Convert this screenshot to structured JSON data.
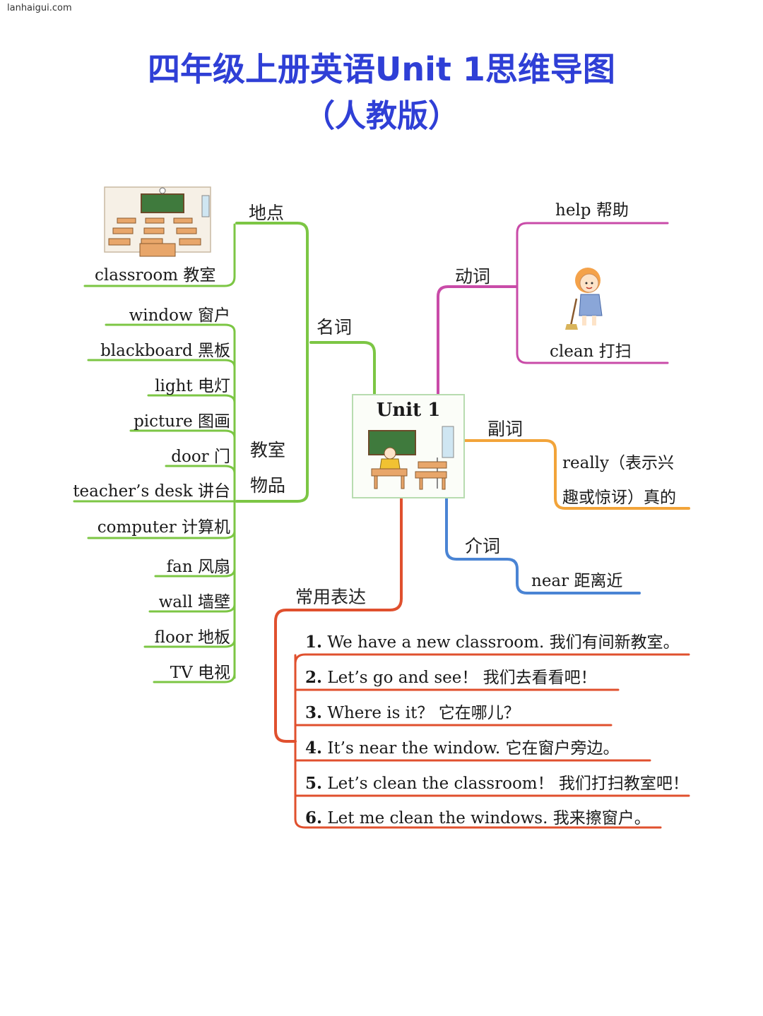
{
  "watermark": "lanhaigui.com",
  "title": {
    "line1": "四年级上册英语Unit 1思维导图",
    "line2": "（人教版）"
  },
  "center": {
    "label": "Unit 1"
  },
  "branches": {
    "nouns": "名词",
    "place": "地点",
    "classroom_items_line1": "教室",
    "classroom_items_line2": "物品",
    "verbs": "动词",
    "adverb": "副词",
    "preposition": "介词",
    "expressions": "常用表达"
  },
  "place_items": [
    "classroom 教室"
  ],
  "classroom_items": [
    "window 窗户",
    "blackboard 黑板",
    "light 电灯",
    "picture 图画",
    "door 门",
    "teacher’s desk 讲台",
    "computer 计算机",
    "fan 风扇",
    "wall 墙壁",
    "floor 地板",
    "TV 电视"
  ],
  "verb_items": [
    "help 帮助",
    "clean 打扫"
  ],
  "adverb_items": {
    "line1": "really（表示兴",
    "line2": "趣或惊讶）真的"
  },
  "preposition_items": [
    "near 距离近"
  ],
  "expressions": [
    {
      "num": "1.",
      "text": " We have a new classroom. 我们有间新教室。"
    },
    {
      "num": "2.",
      "text": " Let’s go and see！ 我们去看看吧！"
    },
    {
      "num": "3.",
      "text": " Where is it？ 它在哪儿？"
    },
    {
      "num": "4.",
      "text": " It’s near the window. 它在窗户旁边。"
    },
    {
      "num": "5.",
      "text": " Let’s clean the classroom！ 我们打扫教室吧！"
    },
    {
      "num": "6.",
      "text": " Let me clean the windows. 我来擦窗户。"
    }
  ],
  "colors": {
    "title": "#2f3fd6",
    "nouns_branch": "#7cc644",
    "verbs_branch": "#c94ba8",
    "adverb_branch": "#f2a43a",
    "preposition_branch": "#4a84d4",
    "expressions_branch": "#e0502e"
  }
}
